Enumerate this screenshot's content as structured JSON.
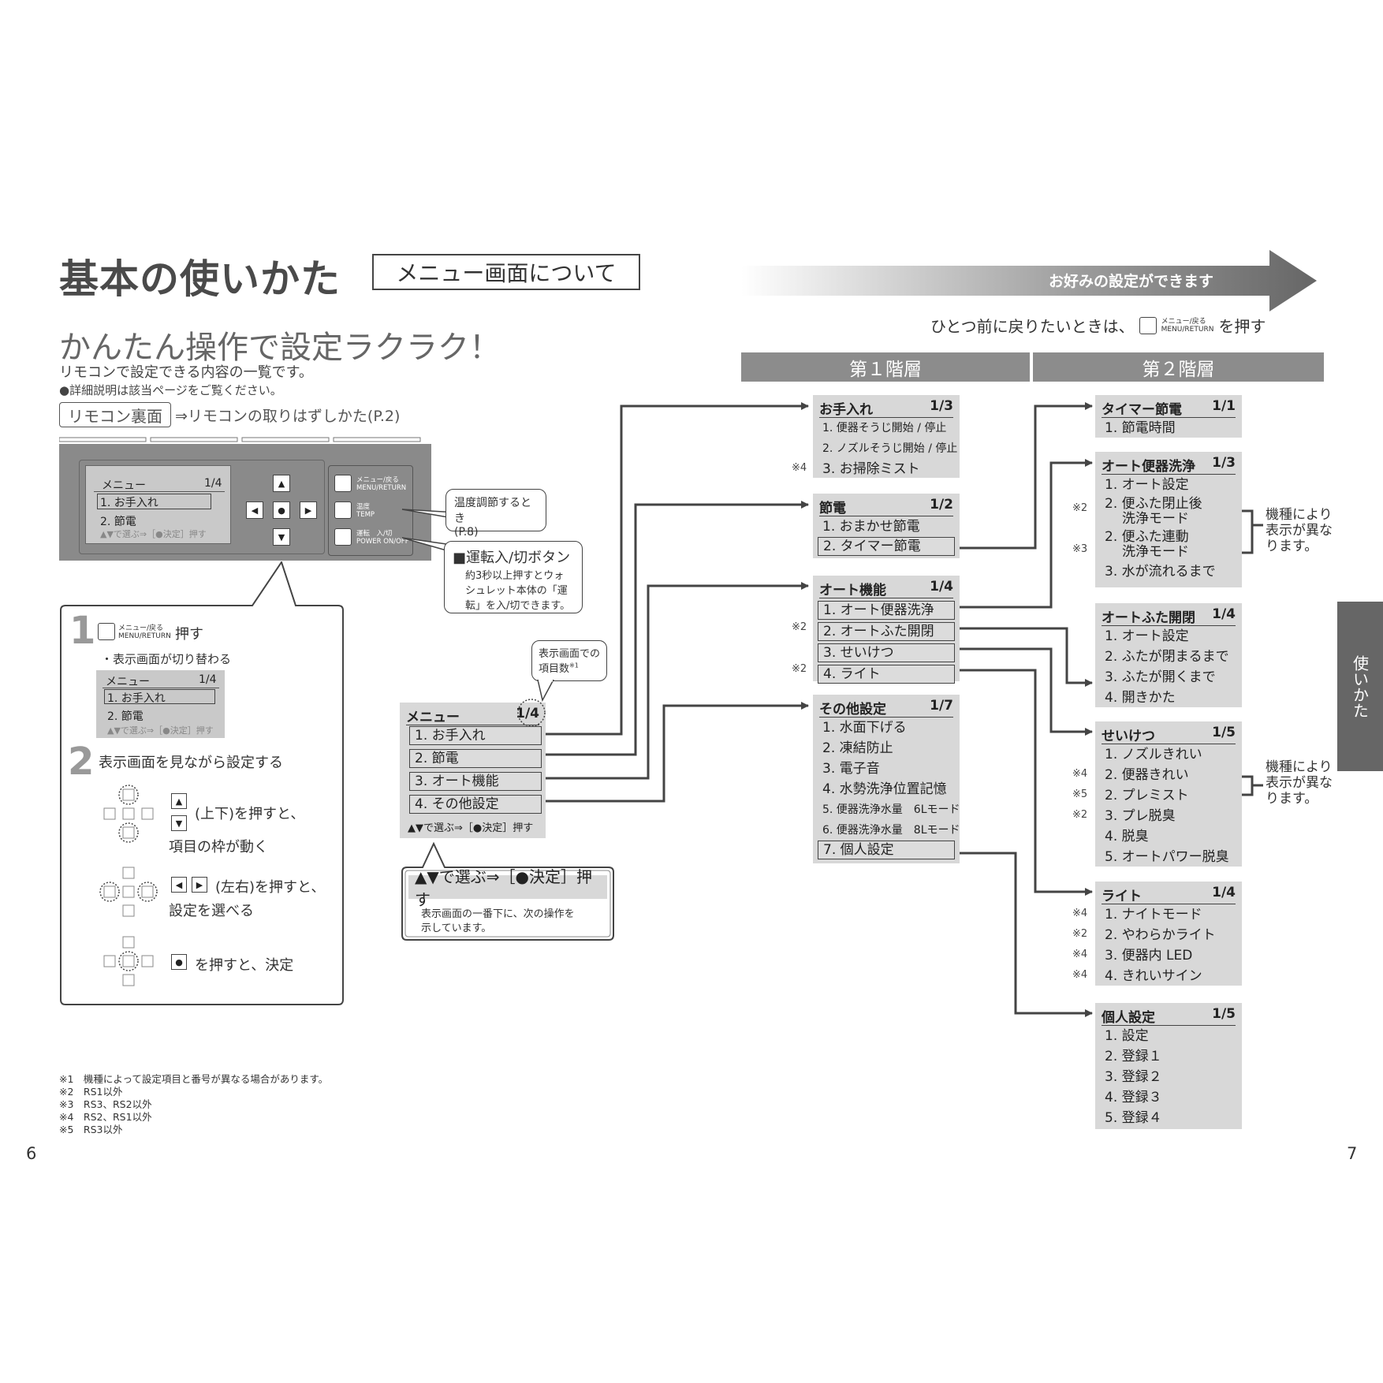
{
  "header": {
    "title": "基本の使いかた",
    "section_tag": "メニュー画面について",
    "arrow_text": "お好みの設定ができます",
    "back_hint_pre": "ひとつ前に戻りたいときは、",
    "back_hint_post": "を押す",
    "menu_return_jp": "メニュー/戻る",
    "menu_return_en": "MENU/RETURN"
  },
  "intro": {
    "subtitle": "かんたん操作で設定ラクラク！",
    "line1": "リモコンで設定できる内容の一覧です。",
    "line2": "●詳細説明は該当ページをご覧ください。",
    "remocon_tag": "リモコン裏面",
    "remocon_link": "⇒リモコンの取りはずしかた(P.2)"
  },
  "remote": {
    "screen": {
      "header_left": "メニュー",
      "header_right": "1/4",
      "item1": "1. お手入れ",
      "item2": "2. 節電",
      "hint": "▲▼で選ぶ⇒［●決定］押す"
    },
    "buttons": {
      "menu_jp": "メニュー/戻る",
      "menu_en": "MENU/RETURN",
      "temp_jp": "温度",
      "temp_en": "TEMP",
      "power_jp": "運転　入/切",
      "power_en": "POWER ON/OFF"
    },
    "dpad": {
      "up": "▲",
      "down": "▼",
      "left": "◀",
      "right": "▶",
      "center": "●"
    },
    "callout_temp": {
      "line1": "温度調節するとき",
      "line2": "(P.8)"
    },
    "callout_power": {
      "title": "■運転入/切ボタン",
      "line1": "約3秒以上押すとウォ",
      "line2": "シュレット本体の「運",
      "line3": "転」を入/切できます。"
    }
  },
  "steps": {
    "step1_num": "1",
    "step1_text": "押す",
    "step1_sub": "・表示画面が切り替わる",
    "step1_screen": {
      "header_left": "メニュー",
      "header_right": "1/4",
      "item1": "1. お手入れ",
      "item2": "2. 節電",
      "hint": "▲▼で選ぶ⇒［●決定］押す"
    },
    "step2_num": "2",
    "step2_text": "表示画面を見ながら設定する",
    "updown_text": "(上下)を押すと、",
    "updown_text2": "項目の枠が動く",
    "leftright_text": "(左右)を押すと、",
    "leftright_text2": "設定を選べる",
    "center_text": "を押すと、決定"
  },
  "main_menu": {
    "header_left": "メニュー",
    "header_right": "1/4",
    "items": [
      "1. お手入れ",
      "2. 節電",
      "3. オート機能",
      "4. その他設定"
    ],
    "hint": "▲▼で選ぶ⇒［●決定］押す",
    "callout_count": {
      "line1": "表示画面での",
      "line2": "項目数",
      "sup": "※1"
    },
    "callout_op": {
      "title": "▲▼で選ぶ⇒［●決定］押す",
      "line1": "表示画面の一番下に、次の操作を",
      "line2": "示しています。"
    }
  },
  "levels": {
    "first": "第１階層",
    "second": "第２階層"
  },
  "first_level": [
    {
      "title": "お手入れ",
      "count": "1/3",
      "items": [
        {
          "label": "1. 便器そうじ開始 / 停止",
          "note": "",
          "small": true
        },
        {
          "label": "2. ノズルそうじ開始 / 停止",
          "note": "",
          "small": true
        },
        {
          "label": "3. お掃除ミスト",
          "note": "※4"
        }
      ]
    },
    {
      "title": "節電",
      "count": "1/2",
      "items": [
        {
          "label": "1. おまかせ節電",
          "note": ""
        },
        {
          "label": "2. タイマー節電",
          "note": "",
          "sel": true
        }
      ]
    },
    {
      "title": "オート機能",
      "count": "1/4",
      "items": [
        {
          "label": "1. オート便器洗浄",
          "note": "",
          "sel": true
        },
        {
          "label": "2. オートふた開閉",
          "note": "※2",
          "sel": true
        },
        {
          "label": "3. せいけつ",
          "note": "",
          "sel": true
        },
        {
          "label": "4. ライト",
          "note": "※2",
          "sel": true
        }
      ]
    },
    {
      "title": "その他設定",
      "count": "1/7",
      "items": [
        {
          "label": "1. 水面下げる",
          "note": ""
        },
        {
          "label": "2. 凍結防止",
          "note": ""
        },
        {
          "label": "3. 電子音",
          "note": ""
        },
        {
          "label": "4. 水勢洗浄位置記憶",
          "note": ""
        },
        {
          "label": "5. 便器洗浄水量　6Lモード",
          "note": "",
          "small": true
        },
        {
          "label": "6. 便器洗浄水量　8Lモード",
          "note": "",
          "small": true
        },
        {
          "label": "7. 個人設定",
          "note": "",
          "sel": true
        }
      ]
    }
  ],
  "second_level": [
    {
      "title": "タイマー節電",
      "count": "1/1",
      "items": [
        {
          "label": "1. 節電時間",
          "note": ""
        }
      ]
    },
    {
      "title": "オート便器洗浄",
      "count": "1/3",
      "items": [
        {
          "label": "1. オート設定",
          "note": ""
        },
        {
          "label": "2. 便ふた閉止後",
          "label2": "洗浄モード",
          "note": "※2"
        },
        {
          "label": "2. 便ふた連動",
          "label2": "洗浄モード",
          "note": "※3"
        },
        {
          "label": "3. 水が流れるまで",
          "note": ""
        }
      ]
    },
    {
      "title": "オートふた開閉",
      "count": "1/4",
      "items": [
        {
          "label": "1. オート設定",
          "note": ""
        },
        {
          "label": "2. ふたが閉まるまで",
          "note": ""
        },
        {
          "label": "3. ふたが開くまで",
          "note": ""
        },
        {
          "label": "4. 開きかた",
          "note": ""
        }
      ]
    },
    {
      "title": "せいけつ",
      "count": "1/5",
      "items": [
        {
          "label": "1. ノズルきれい",
          "note": ""
        },
        {
          "label": "2. 便器きれい",
          "note": "※4"
        },
        {
          "label": "2. プレミスト",
          "note": "※5"
        },
        {
          "label": "3. プレ脱臭",
          "note": "※2"
        },
        {
          "label": "4. 脱臭",
          "note": ""
        },
        {
          "label": "5. オートパワー脱臭",
          "note": ""
        }
      ]
    },
    {
      "title": "ライト",
      "count": "1/4",
      "items": [
        {
          "label": "1. ナイトモード",
          "note": "※4"
        },
        {
          "label": "2. やわらかライト",
          "note": "※2"
        },
        {
          "label": "3. 便器内 LED",
          "note": "※4"
        },
        {
          "label": "4. きれいサイン",
          "note": "※4"
        }
      ]
    },
    {
      "title": "個人設定",
      "count": "1/5",
      "items": [
        {
          "label": "1. 設定",
          "note": ""
        },
        {
          "label": "2. 登録１",
          "note": ""
        },
        {
          "label": "3. 登録２",
          "note": ""
        },
        {
          "label": "4. 登録３",
          "note": ""
        },
        {
          "label": "5. 登録４",
          "note": ""
        }
      ]
    }
  ],
  "group_notes": {
    "model_diff_1": "機種により",
    "model_diff_2": "表示が異な",
    "model_diff_3": "ります。"
  },
  "side_tab": "使いかた",
  "footnotes": [
    "※1　機種によって設定項目と番号が異なる場合があります。",
    "※2　RS1以外",
    "※3　RS3、RS2以外",
    "※4　RS2、RS1以外",
    "※5　RS3以外"
  ],
  "page_left": "6",
  "page_right": "7"
}
